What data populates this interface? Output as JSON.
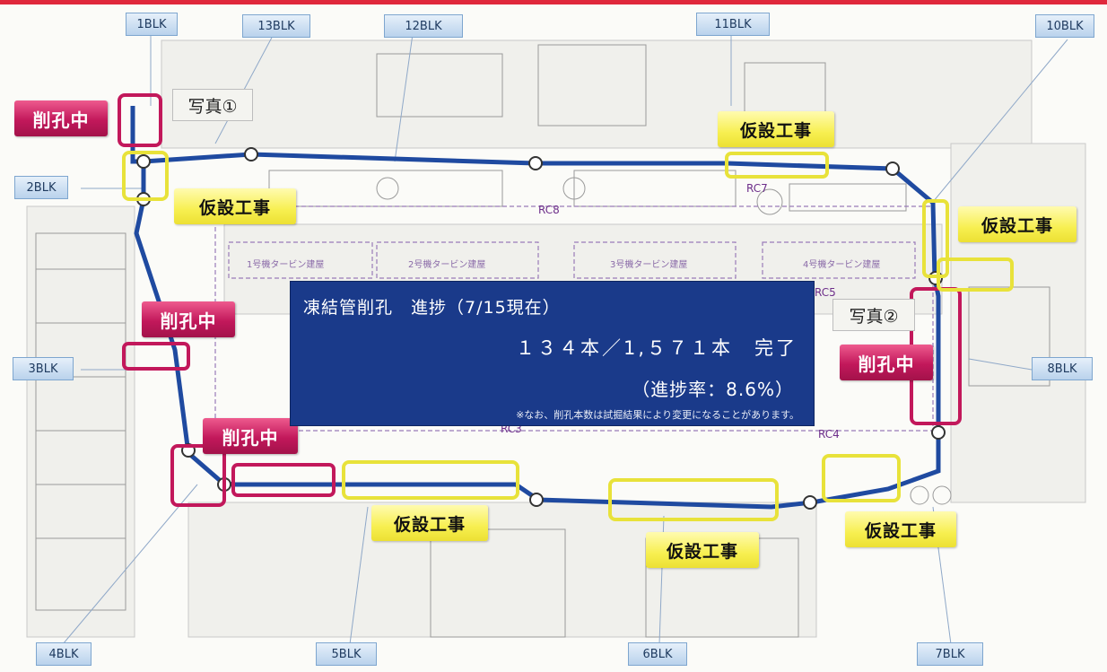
{
  "blocks": [
    "1BLK",
    "2BLK",
    "3BLK",
    "4BLK",
    "5BLK",
    "6BLK",
    "7BLK",
    "8BLK",
    "10BLK",
    "11BLK",
    "12BLK",
    "13BLK"
  ],
  "status_labels": {
    "drilling": "削孔中",
    "temporary": "仮設工事"
  },
  "photos": [
    "写真①",
    "写真②"
  ],
  "rc_labels": [
    "RC8",
    "RC7",
    "RC5",
    "RC3",
    "RC4"
  ],
  "turbine_labels": [
    "1号機タービン建屋",
    "2号機タービン建屋",
    "3号機タービン建屋",
    "4号機タービン建屋"
  ],
  "progress": {
    "title": "凍結管削孔　進捗（7/15現在）",
    "count": "１３４本／1,５７１本　完了",
    "rate": "（進捗率：8.6%）",
    "note": "※なお、削孔本数は試掘結果により変更になることがあります。"
  },
  "colors": {
    "route": "#1f4aa0",
    "drilling_box": "#c2185b",
    "temporary_box": "#e8e23a",
    "progress_bg": "#1a3a8a",
    "top_bar": "#e0283c"
  }
}
